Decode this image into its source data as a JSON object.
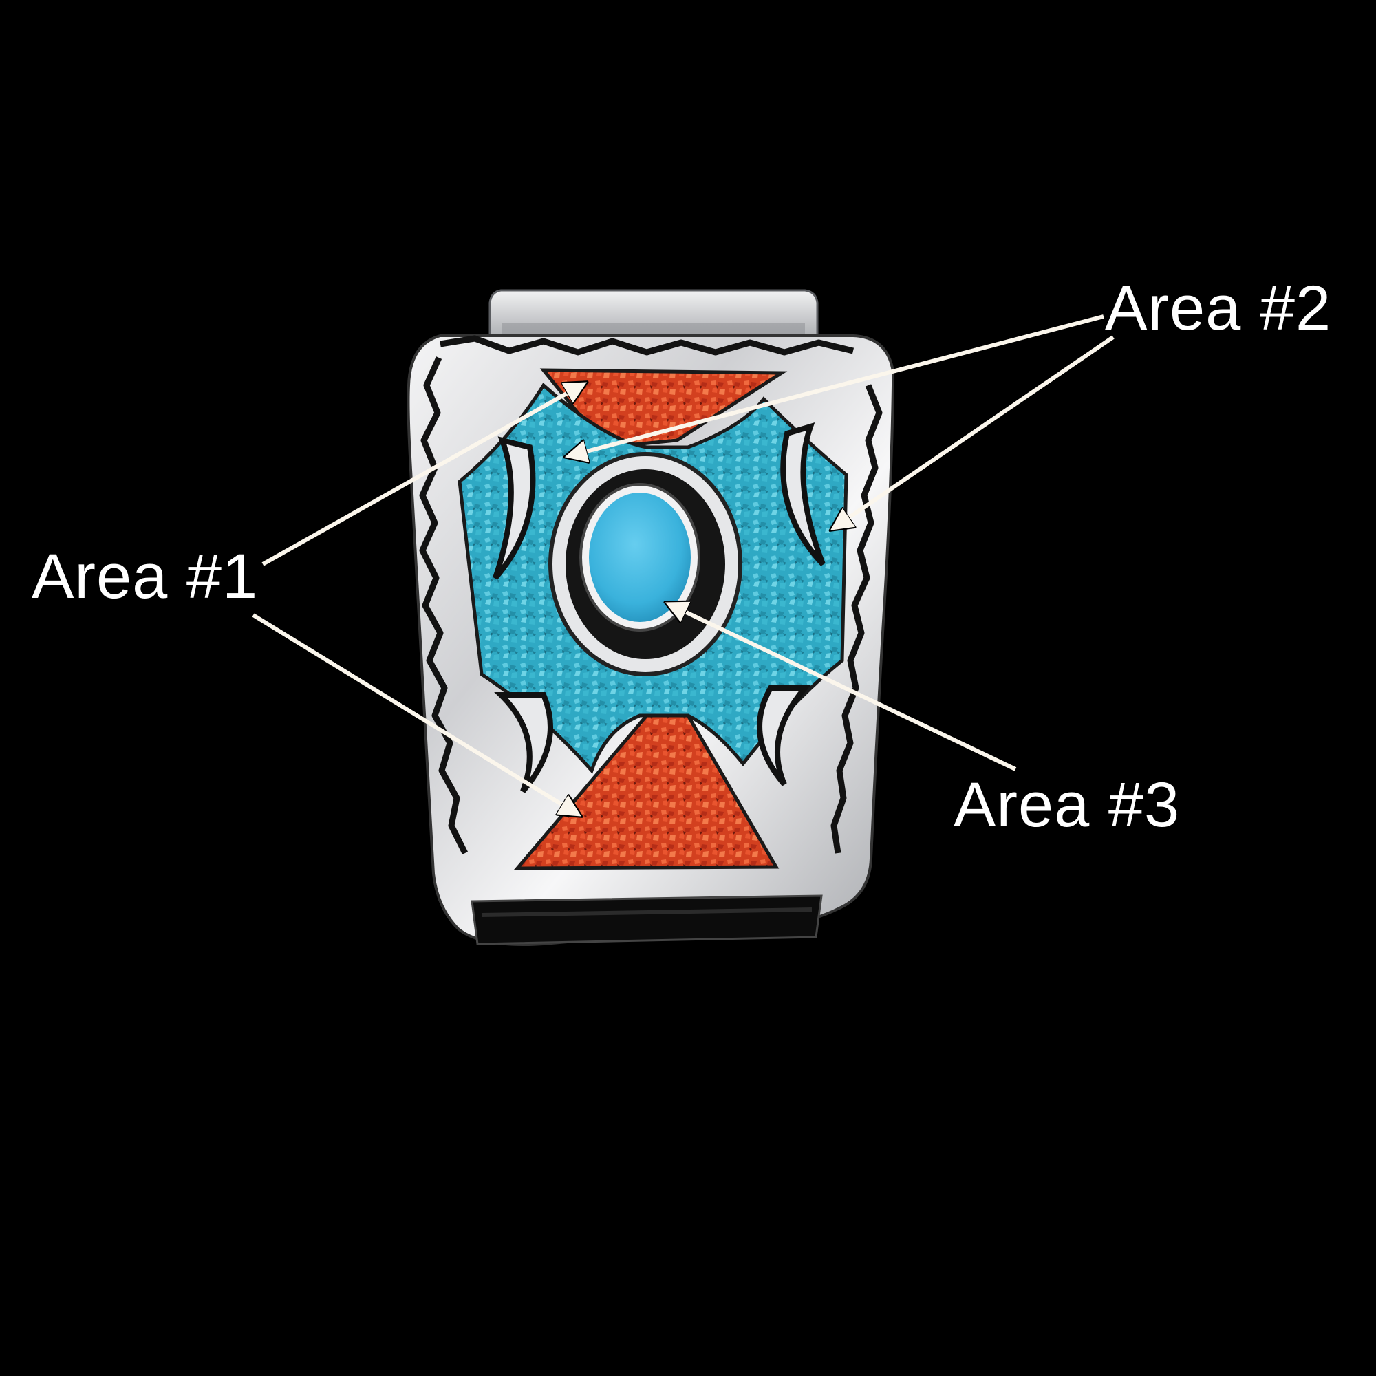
{
  "annotations": {
    "area_1": "Area #1",
    "area_2": "Area #2",
    "area_3": "Area #3"
  },
  "colors": {
    "background": "#000000",
    "silver": "#d9dadc",
    "turquoise_chip": "#2fa9c4",
    "coral_chip": "#d8452a",
    "center_stone": "#3fb6de",
    "oxidized_black": "#161616",
    "arrow": "#fbf6ec"
  }
}
